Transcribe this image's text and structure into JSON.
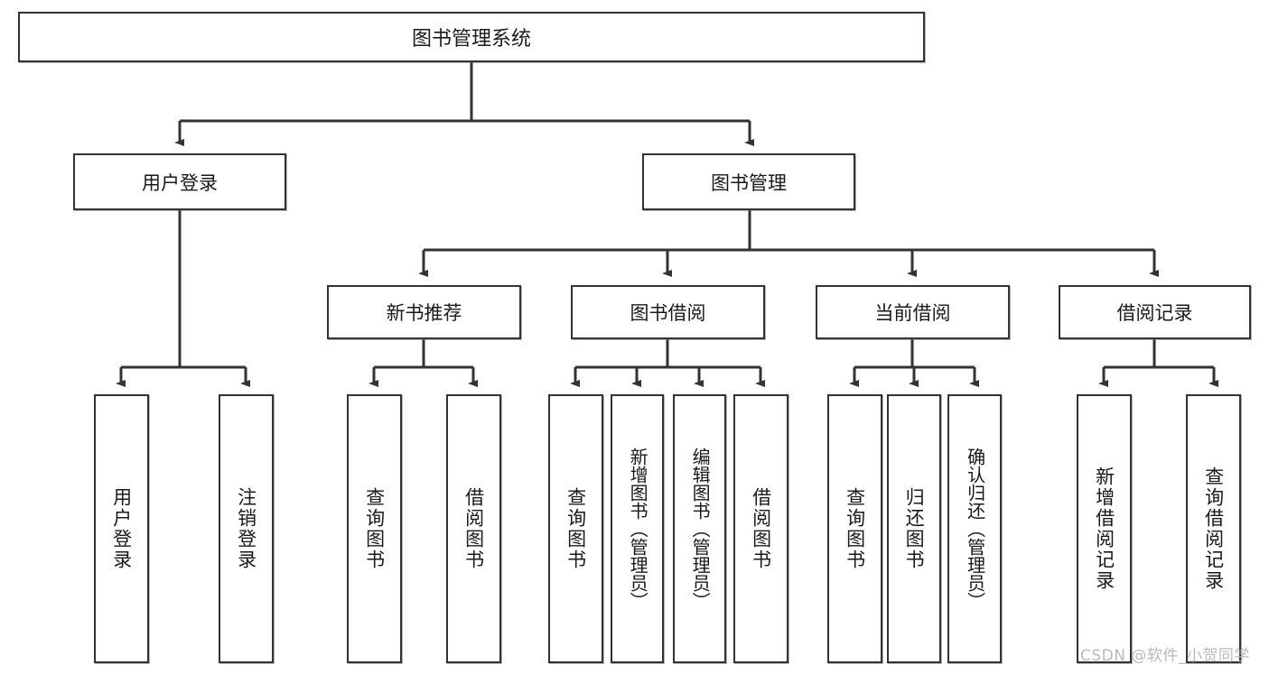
{
  "diagram": {
    "title": "图书管理系统",
    "type": "tree",
    "watermark": "CSDN @软件_小贺同学",
    "line_color": "#333333",
    "box_fill": "#ffffff",
    "root": {
      "label": "图书管理系统"
    },
    "level2": [
      {
        "label": "用户登录"
      },
      {
        "label": "图书管理"
      }
    ],
    "level3": [
      {
        "label": "新书推荐"
      },
      {
        "label": "图书借阅"
      },
      {
        "label": "当前借阅"
      },
      {
        "label": "借阅记录"
      }
    ],
    "leaves": {
      "user_login": [
        {
          "label": "用户登录"
        },
        {
          "label": "注销登录"
        }
      ],
      "new_book": [
        {
          "label": "查询图书"
        },
        {
          "label": "借阅图书"
        }
      ],
      "book_borrow": [
        {
          "label": "查询图书"
        },
        {
          "label": "新增图书（管理员）"
        },
        {
          "label": "编辑图书（管理员）"
        },
        {
          "label": "借阅图书"
        }
      ],
      "current_borrow": [
        {
          "label": "查询图书"
        },
        {
          "label": "归还图书"
        },
        {
          "label": "确认归还（管理员）"
        }
      ],
      "borrow_record": [
        {
          "label": "新增借阅记录"
        },
        {
          "label": "查询借阅记录"
        }
      ]
    }
  }
}
